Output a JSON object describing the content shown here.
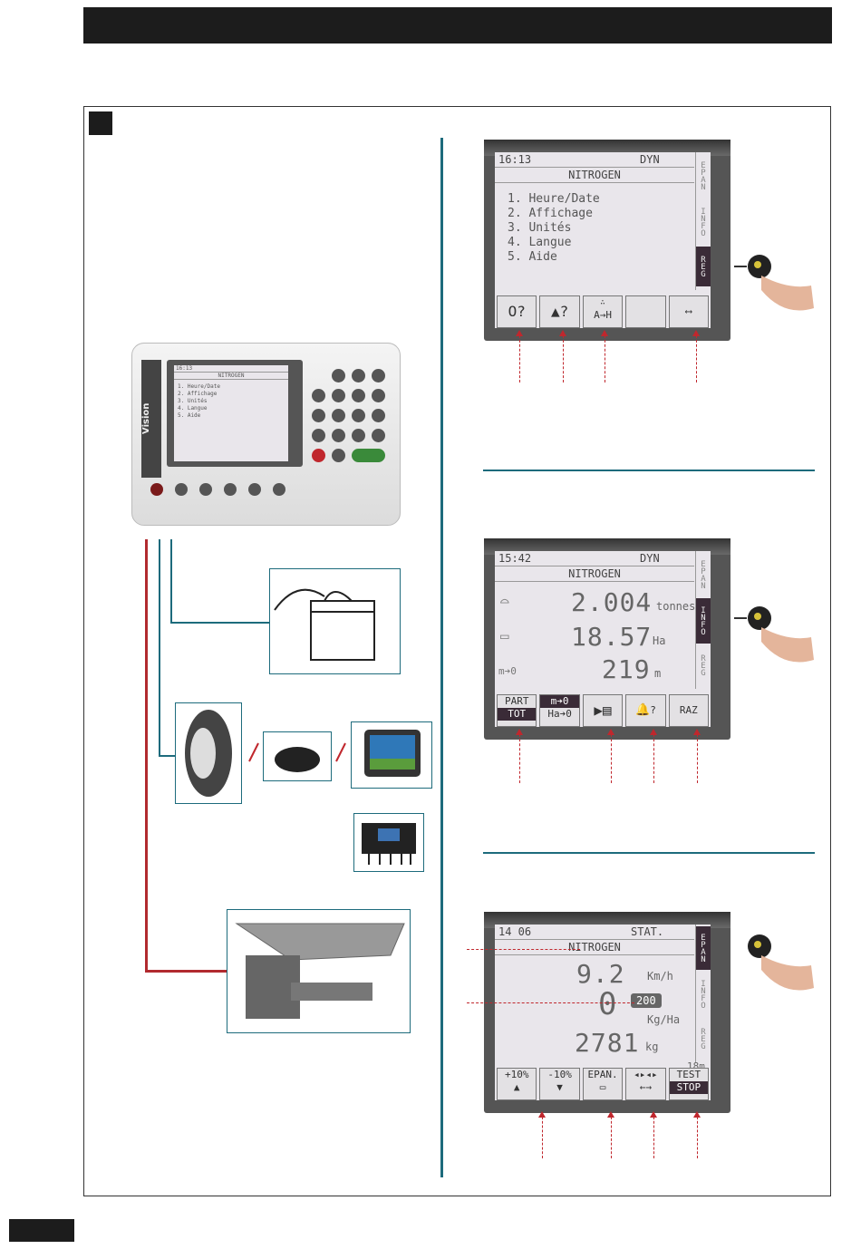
{
  "screen1": {
    "status": "16:13",
    "status_mode": "DYN",
    "title": "NITROGEN",
    "menu": [
      "1. Heure/Date",
      "2. Affichage",
      "3. Unités",
      "4. Langue",
      "5. Aide"
    ],
    "tabs": [
      "EPAN",
      "INFO",
      "REG"
    ],
    "active_tab": "REG",
    "softkeys": [
      "O?",
      "?",
      "A→H",
      "",
      ""
    ]
  },
  "screen2": {
    "status": "15:42",
    "status_mode": "DYN",
    "title": "NITROGEN",
    "rows": [
      {
        "value": "2.004",
        "unit": "tonnes"
      },
      {
        "value": "18.57",
        "unit": "Ha"
      },
      {
        "label": "m➔0",
        "value": "219",
        "unit": "m"
      }
    ],
    "tabs": [
      "EPAN",
      "INFO",
      "REG"
    ],
    "active_tab": "INFO",
    "softkeys": [
      "PART",
      "TOT",
      "m➔0",
      "Ha➔0",
      "?",
      "RAZ"
    ]
  },
  "screen3": {
    "status": "14 06",
    "status_mode": "STAT.",
    "title": "NITROGEN",
    "speed": "9.2",
    "speed_unit": "Km/h",
    "rate": "0",
    "rate_box": "200",
    "rate_unit": "Kg/Ha",
    "weight": "2781",
    "weight_unit": "kg",
    "width": "18m",
    "tabs": [
      "EPAN",
      "INFO",
      "REG"
    ],
    "active_tab": "EPAN",
    "softkeys": [
      "+10%",
      "-10%",
      "EPAN.",
      "",
      "TEST",
      "STOP"
    ]
  },
  "device": {
    "lcd_status": "16:13",
    "lcd_title": "NITROGEN",
    "lcd_menu": [
      "1. Heure/Date",
      "2. Affichage",
      "3. Unités",
      "4. Langue",
      "5. Aide"
    ],
    "brand": "Vision"
  }
}
